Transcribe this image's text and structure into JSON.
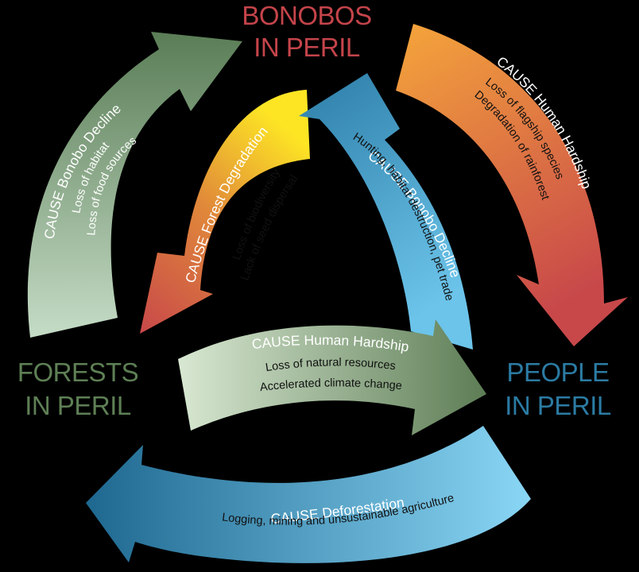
{
  "colors": {
    "background": "#000000",
    "bonobos": "#c4444a",
    "forests": "#5e7f55",
    "people": "#2b7ba3"
  },
  "nodes": {
    "bonobos": {
      "line1": "BONOBOS",
      "line2": "IN PERIL"
    },
    "forests": {
      "line1": "FORESTS",
      "line2": "IN PERIL"
    },
    "people": {
      "line1": "PEOPLE",
      "line2": "IN PERIL"
    }
  },
  "arrows": {
    "forests_to_bonobos": {
      "cause": "CAUSE Bonobo Decline",
      "details": [
        "Loss of habitat",
        "Loss of food sources"
      ],
      "gradient": [
        "#c5dcc6",
        "#5a7d56"
      ]
    },
    "bonobos_to_people": {
      "cause": "CAUSE Human Hardship",
      "details": [
        "Loss of flagship species",
        "Degradation of rainforest"
      ],
      "gradient": [
        "#f5a53b",
        "#c8484a"
      ]
    },
    "bonobos_to_forests": {
      "cause": "CAUSE Forest Degradation",
      "details": [
        "Loss of biodiversity",
        "Lack of seed dispersal"
      ],
      "gradient": [
        "#fde524",
        "#c8484a"
      ]
    },
    "people_to_bonobos": {
      "cause": "CAUSE Bonobo Decline",
      "details": [
        "Hunting, habitat destruction, pet trade"
      ],
      "gradient": [
        "#2d7ea8",
        "#6cc4ea"
      ]
    },
    "forests_to_people": {
      "cause": "CAUSE Human Hardship",
      "details": [
        "Loss of natural resources",
        "Accelerated climate change"
      ],
      "gradient": [
        "#d8e8d2",
        "#5d7d55"
      ]
    },
    "people_to_forests": {
      "cause": "CAUSE Deforestation",
      "details": [
        "Logging, mining and unsustainable agriculture"
      ],
      "gradient": [
        "#1e6890",
        "#8ad6f5"
      ]
    }
  }
}
